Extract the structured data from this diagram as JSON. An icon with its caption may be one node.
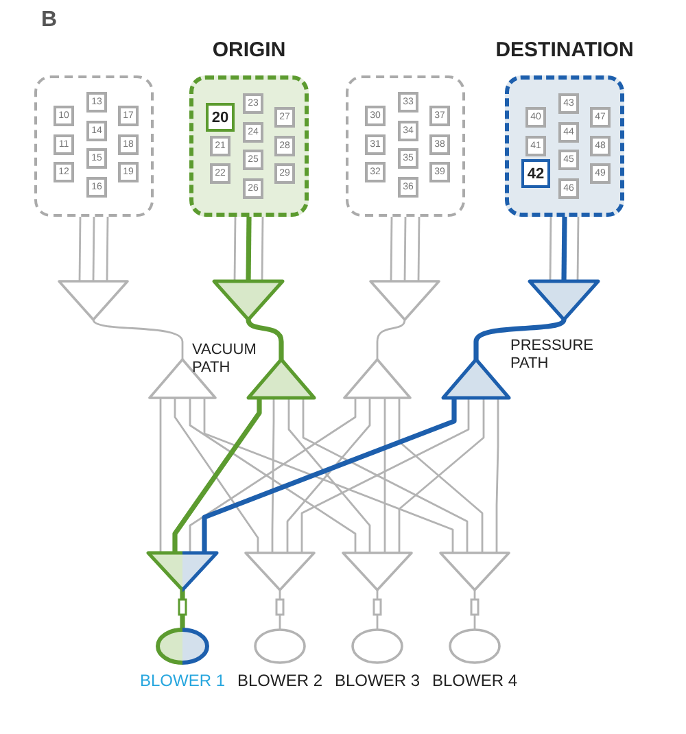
{
  "diagram": {
    "nodes": [
      {
        "text": [],
        "shape": "box"
      },
      {
        "text": [
          "10"
        ],
        "in": 0
      },
      {
        "text": [
          "11"
        ],
        "in": 0
      },
      {
        "text": [
          "12"
        ],
        "in": 0
      },
      {
        "text": [
          "13"
        ],
        "in": 0
      },
      {
        "text": [
          "14"
        ],
        "in": 0
      },
      {
        "text": [
          "15"
        ],
        "in": 0
      },
      {
        "text": [
          "16"
        ],
        "in": 0
      },
      {
        "text": [
          "17"
        ],
        "in": 0
      },
      {
        "text": [
          "18"
        ],
        "in": 0
      },
      {
        "text": [
          "19"
        ],
        "in": 0
      },
      {
        "text": [
          "ORIGIN"
        ]
      },
      {
        "text": [
          "20"
        ],
        "in": 11
      },
      {
        "text": [
          "21"
        ],
        "in": 11
      },
      {
        "text": [
          "22"
        ],
        "in": 11
      },
      {
        "text": [
          "23"
        ],
        "in": 11
      },
      {
        "text": [
          "24"
        ],
        "in": 11
      },
      {
        "text": [
          "25"
        ],
        "in": 11
      },
      {
        "text": [
          "26"
        ],
        "in": 11
      },
      {
        "text": [
          "27"
        ],
        "in": 11
      },
      {
        "text": [
          "28"
        ],
        "in": 11
      },
      {
        "text": [
          "29"
        ],
        "in": 11
      },
      {
        "text": [],
        "shape": "box"
      },
      {
        "text": [
          "30"
        ],
        "in": 22
      },
      {
        "text": [
          "31"
        ],
        "in": 22
      },
      {
        "text": [
          "32"
        ],
        "in": 22
      },
      {
        "text": [
          "33"
        ],
        "in": 22
      },
      {
        "text": [
          "34"
        ],
        "in": 22
      },
      {
        "text": [
          "35"
        ],
        "in": 22
      },
      {
        "text": [
          "36"
        ],
        "in": 22
      },
      {
        "text": [
          "37"
        ],
        "in": 22
      },
      {
        "text": [
          "38"
        ],
        "in": 22
      },
      {
        "text": [
          "39"
        ],
        "in": 22
      },
      {
        "text": [
          "DESTINATION"
        ]
      },
      {
        "text": [
          "40"
        ],
        "in": 33
      },
      {
        "text": [
          "41"
        ],
        "in": 33
      },
      {
        "text": [
          "42"
        ],
        "in": 33
      },
      {
        "text": [
          "43"
        ],
        "in": 33
      },
      {
        "text": [
          "44"
        ],
        "in": 33
      },
      {
        "text": [
          "45"
        ],
        "in": 33
      },
      {
        "text": [
          "46"
        ],
        "in": 33
      },
      {
        "text": [
          "47"
        ],
        "in": 33
      },
      {
        "text": [
          "48"
        ],
        "in": 33
      },
      {
        "text": [
          "49"
        ],
        "in": 33
      },
      {
        "text": [],
        "shape": "triangle"
      },
      {
        "text": [],
        "shape": "triangle"
      },
      {
        "text": [],
        "shape": "triangle"
      },
      {
        "text": [],
        "shape": "triangle"
      },
      {
        "text": [],
        "shape": "triangle"
      },
      {
        "text": [],
        "shape": "triangle"
      },
      {
        "text": [],
        "shape": "triangle"
      },
      {
        "text": [],
        "shape": "triangle"
      },
      {
        "text": [],
        "shape": "triangle"
      },
      {
        "text": [],
        "shape": "triangle"
      },
      {
        "text": [],
        "shape": "triangle"
      },
      {
        "text": [],
        "shape": "triangle"
      },
      {
        "text": [],
        "shape": "circle",
        "beside": [
          "BLOWER 1"
        ]
      },
      {
        "text": [],
        "shape": "circle",
        "beside": [
          "BLOWER 2"
        ]
      },
      {
        "text": [],
        "shape": "circle",
        "beside": [
          "BLOWER 3"
        ]
      },
      {
        "text": [],
        "shape": "circle",
        "beside": [
          "BLOWER 4"
        ]
      }
    ],
    "edges": [
      {
        "from": 0,
        "to": 44,
        "arrow": "none"
      },
      {
        "from": 0,
        "to": 44,
        "arrow": "none"
      },
      {
        "from": 0,
        "to": 44,
        "arrow": "none"
      },
      {
        "from": 11,
        "to": 45,
        "arrow": "none"
      },
      {
        "from": 11,
        "to": 45,
        "arrow": "none",
        "style": "thick",
        "color": "#5c9b2f"
      },
      {
        "from": 11,
        "to": 45,
        "arrow": "none"
      },
      {
        "from": 22,
        "to": 46,
        "arrow": "none"
      },
      {
        "from": 22,
        "to": 46,
        "arrow": "none"
      },
      {
        "from": 22,
        "to": 46,
        "arrow": "none"
      },
      {
        "from": 33,
        "to": 47,
        "arrow": "none"
      },
      {
        "from": 33,
        "to": 47,
        "arrow": "none",
        "style": "thick",
        "color": "#1d5fad"
      },
      {
        "from": 33,
        "to": 47,
        "arrow": "none"
      },
      {
        "from": 44,
        "to": 48,
        "arrow": "none"
      },
      {
        "from": 45,
        "to": 49,
        "arrow": "none",
        "style": "thick",
        "color": "#5c9b2f"
      },
      {
        "from": 46,
        "to": 50,
        "arrow": "none"
      },
      {
        "from": 47,
        "to": 51,
        "arrow": "none",
        "style": "thick",
        "color": "#1d5fad"
      },
      {
        "from": 48,
        "to": 52,
        "arrow": "none"
      },
      {
        "from": 48,
        "to": 53,
        "arrow": "none"
      },
      {
        "from": 48,
        "to": 54,
        "arrow": "none"
      },
      {
        "from": 48,
        "to": 55,
        "arrow": "none"
      },
      {
        "from": 49,
        "to": 52,
        "arrow": "none",
        "style": "thick",
        "color": "#5c9b2f"
      },
      {
        "from": 49,
        "to": 53,
        "arrow": "none"
      },
      {
        "from": 49,
        "to": 54,
        "arrow": "none"
      },
      {
        "from": 49,
        "to": 55,
        "arrow": "none"
      },
      {
        "from": 50,
        "to": 52,
        "arrow": "none"
      },
      {
        "from": 50,
        "to": 53,
        "arrow": "none"
      },
      {
        "from": 50,
        "to": 54,
        "arrow": "none"
      },
      {
        "from": 50,
        "to": 55,
        "arrow": "none"
      },
      {
        "from": 51,
        "to": 52,
        "arrow": "none",
        "style": "thick",
        "color": "#1d5fad"
      },
      {
        "from": 51,
        "to": 53,
        "arrow": "none"
      },
      {
        "from": 51,
        "to": 54,
        "arrow": "none"
      },
      {
        "from": 51,
        "to": 55,
        "arrow": "none"
      },
      {
        "from": 52,
        "to": 56,
        "arrow": "none",
        "style": "thick",
        "color": "#5c9b2f"
      },
      {
        "from": 53,
        "to": 57,
        "arrow": "none"
      },
      {
        "from": 54,
        "to": 58,
        "arrow": "none"
      },
      {
        "from": 55,
        "to": 59,
        "arrow": "none"
      }
    ],
    "labels": [
      "B",
      "VACUUM PATH",
      "PRESSURE PATH"
    ]
  }
}
